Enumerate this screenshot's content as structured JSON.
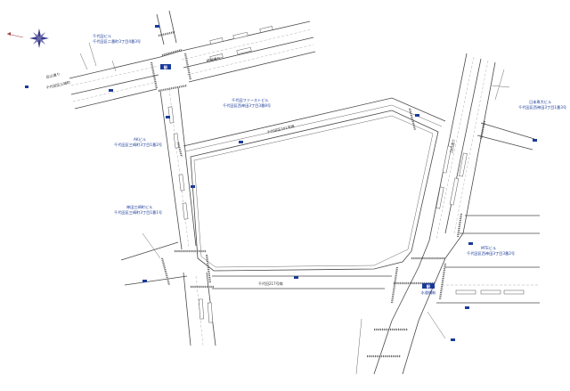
{
  "labels": {
    "bldg_nw": "千代田区二番町3丁目4番3号",
    "bldg_nw_name": "千代田ビル",
    "bldg_top_center": "千代田ファーストビル",
    "bldg_top_center_addr": "千代田区西神田3丁目3番8号",
    "bldg_left_mid": "AKビル",
    "bldg_left_mid_addr": "千代田区三崎町3丁目1番2号",
    "bldg_left_low": "神田三崎町ビル",
    "bldg_left_low_addr": "千代田区三崎町3丁目1番1号",
    "bldg_right_top": "日本専大ビル",
    "bldg_right_top_addr": "千代田区西神田3丁目1番3号",
    "bldg_right_mid": "MTEビル",
    "bldg_right_mid_addr": "千代田区西神田3丁目3番2号",
    "road_west": "白山通り",
    "road_west2": "千代田区三崎町",
    "road_north": "靖国通り",
    "road_diag": "千代田区301号線",
    "road_south": "千代田217号線",
    "road_east": "白山通り"
  },
  "stations": {
    "north_station": "駅",
    "south_station": "駅",
    "south_station_name": "水道橋駅"
  },
  "icons": {
    "compass": "compass-rose-icon",
    "sign": "traffic-sign-icon"
  },
  "colors": {
    "label_blue": "#1a3a9a",
    "road_gray": "#4a4a4a"
  }
}
